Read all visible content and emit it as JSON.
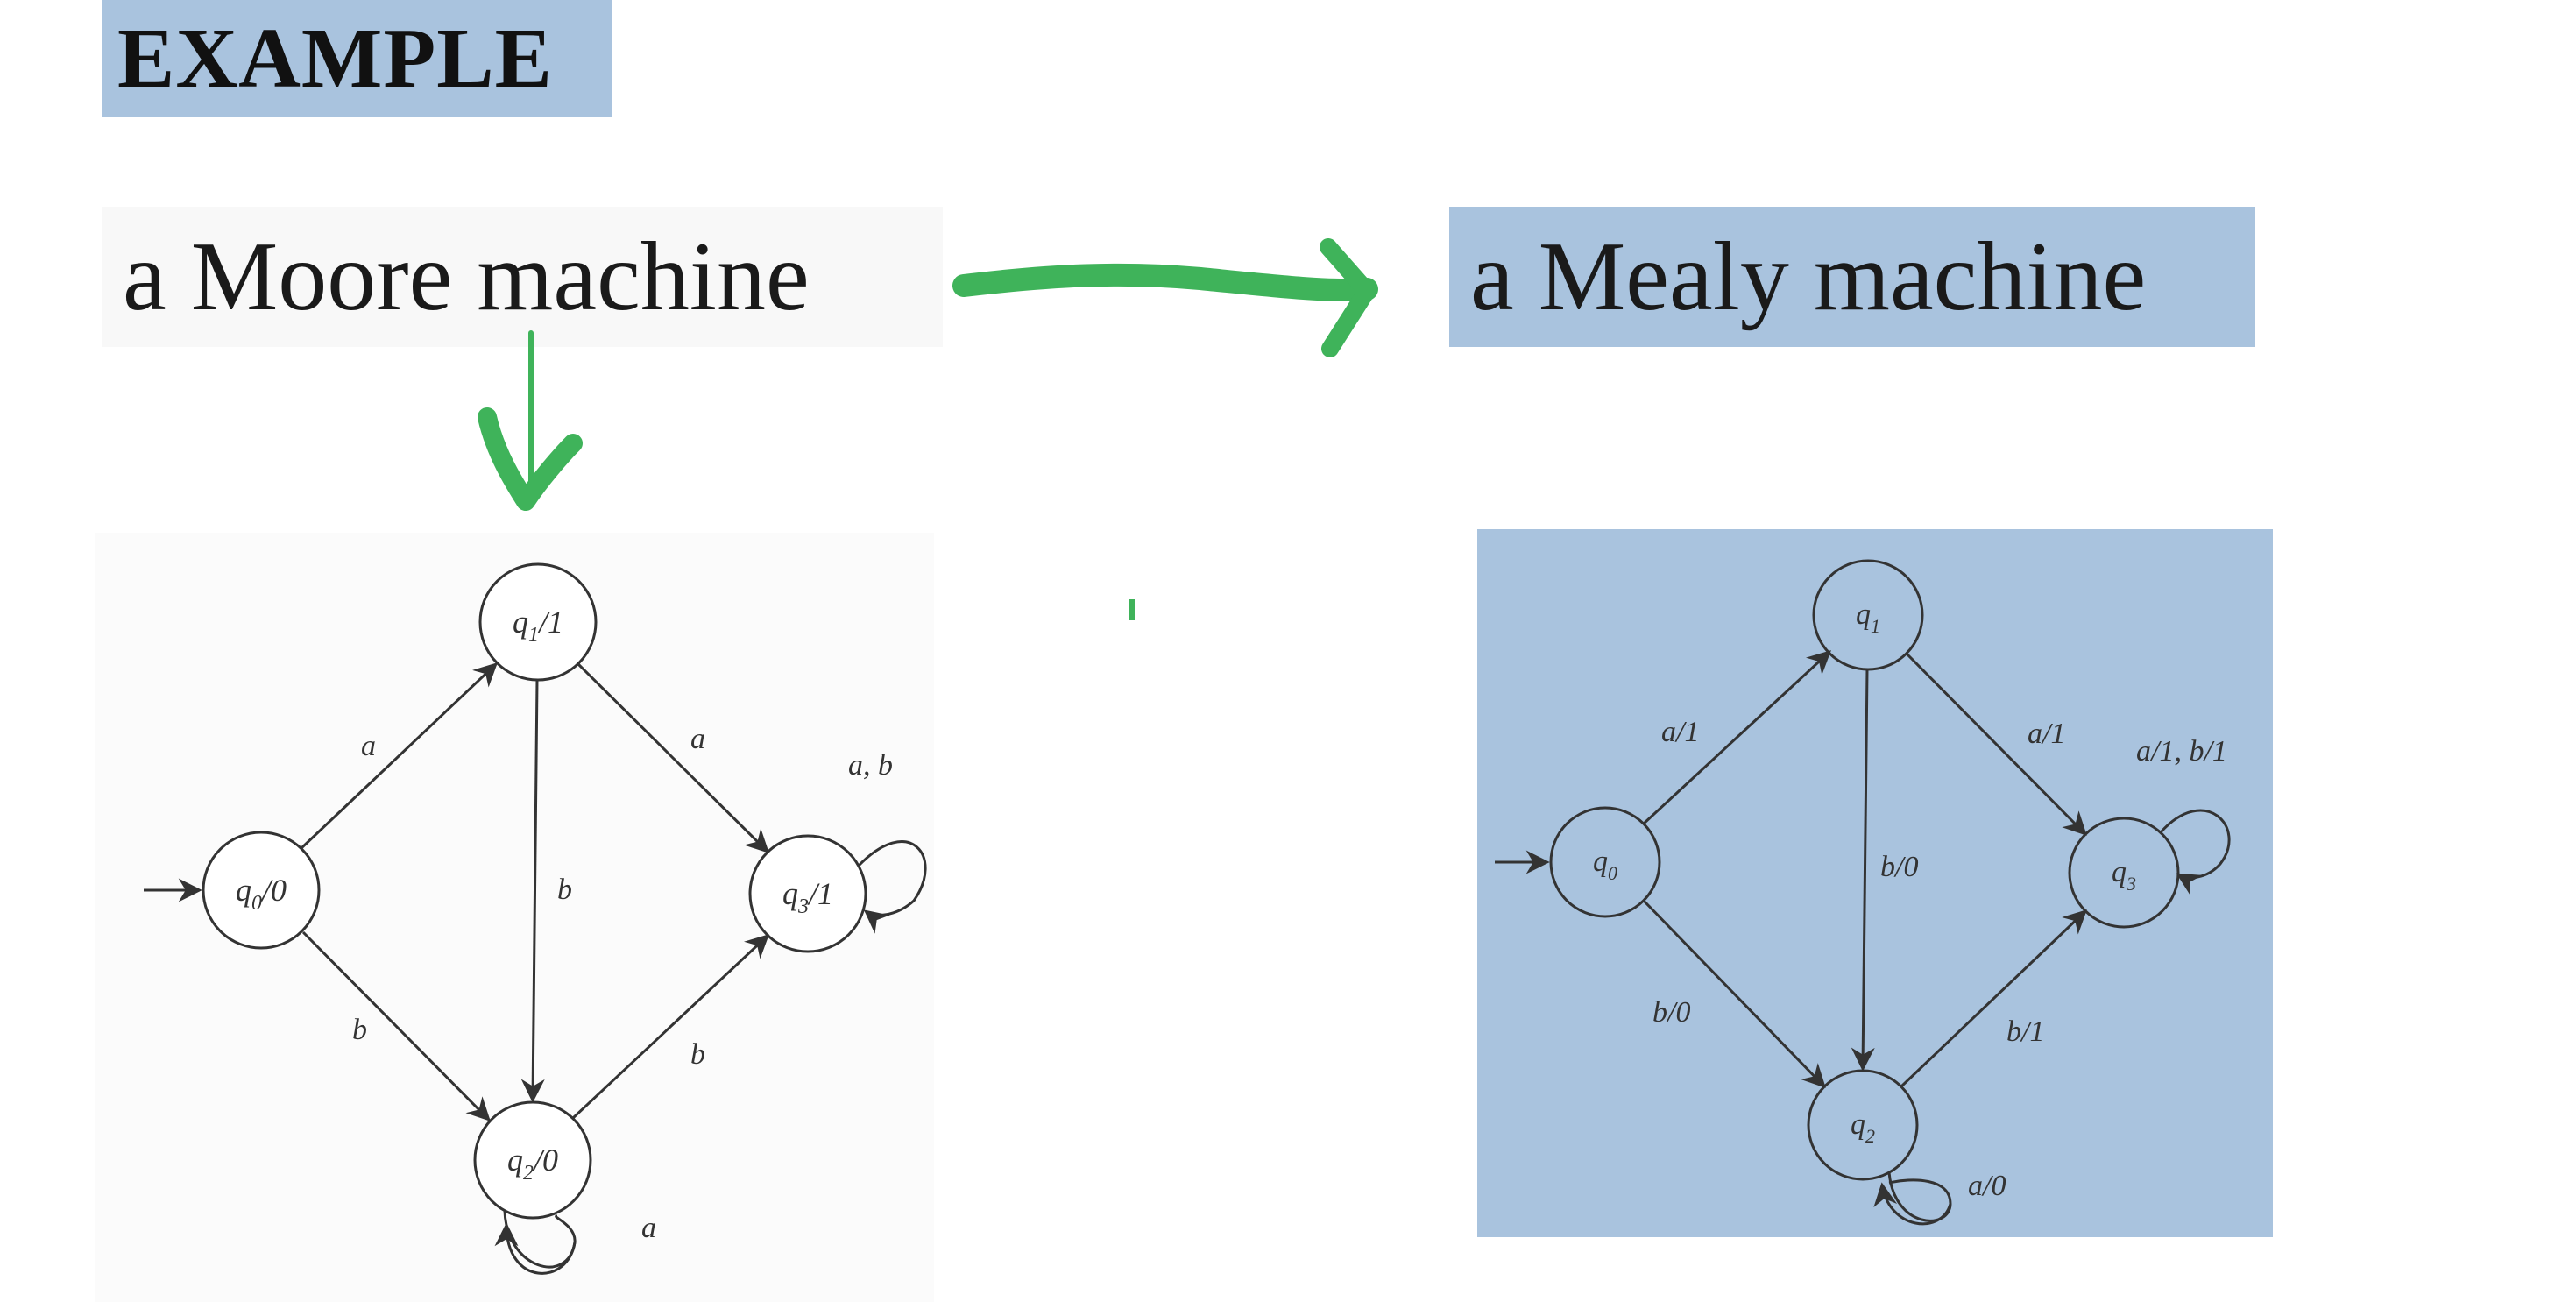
{
  "slide": {
    "title": "EXAMPLE",
    "left_heading": "a Moore machine",
    "right_heading": "a Mealy machine"
  },
  "colors": {
    "title_bg": "#a9c3de",
    "mealy_bg": "#a9c3de",
    "annotation_green": "#3fb35a",
    "stroke": "#333333"
  },
  "moore": {
    "states": {
      "q0": {
        "label": "q",
        "sub": "0",
        "out": "/0"
      },
      "q1": {
        "label": "q",
        "sub": "1",
        "out": "/1"
      },
      "q2": {
        "label": "q",
        "sub": "2",
        "out": "/0"
      },
      "q3": {
        "label": "q",
        "sub": "3",
        "out": "/1"
      }
    },
    "edges": {
      "q0_q1": "a",
      "q0_q2": "b",
      "q1_q2": "b",
      "q1_q3": "a",
      "q2_q3": "b",
      "q3_loop": "a, b",
      "q2_loop": "a"
    }
  },
  "mealy": {
    "states": {
      "q0": {
        "label": "q",
        "sub": "0"
      },
      "q1": {
        "label": "q",
        "sub": "1"
      },
      "q2": {
        "label": "q",
        "sub": "2"
      },
      "q3": {
        "label": "q",
        "sub": "3"
      }
    },
    "edges": {
      "q0_q1": "a/1",
      "q0_q2": "b/0",
      "q1_q2": "b/0",
      "q1_q3": "a/1",
      "q2_q3": "b/1",
      "q3_loop": "a/1, b/1",
      "q2_loop": "a/0"
    }
  }
}
